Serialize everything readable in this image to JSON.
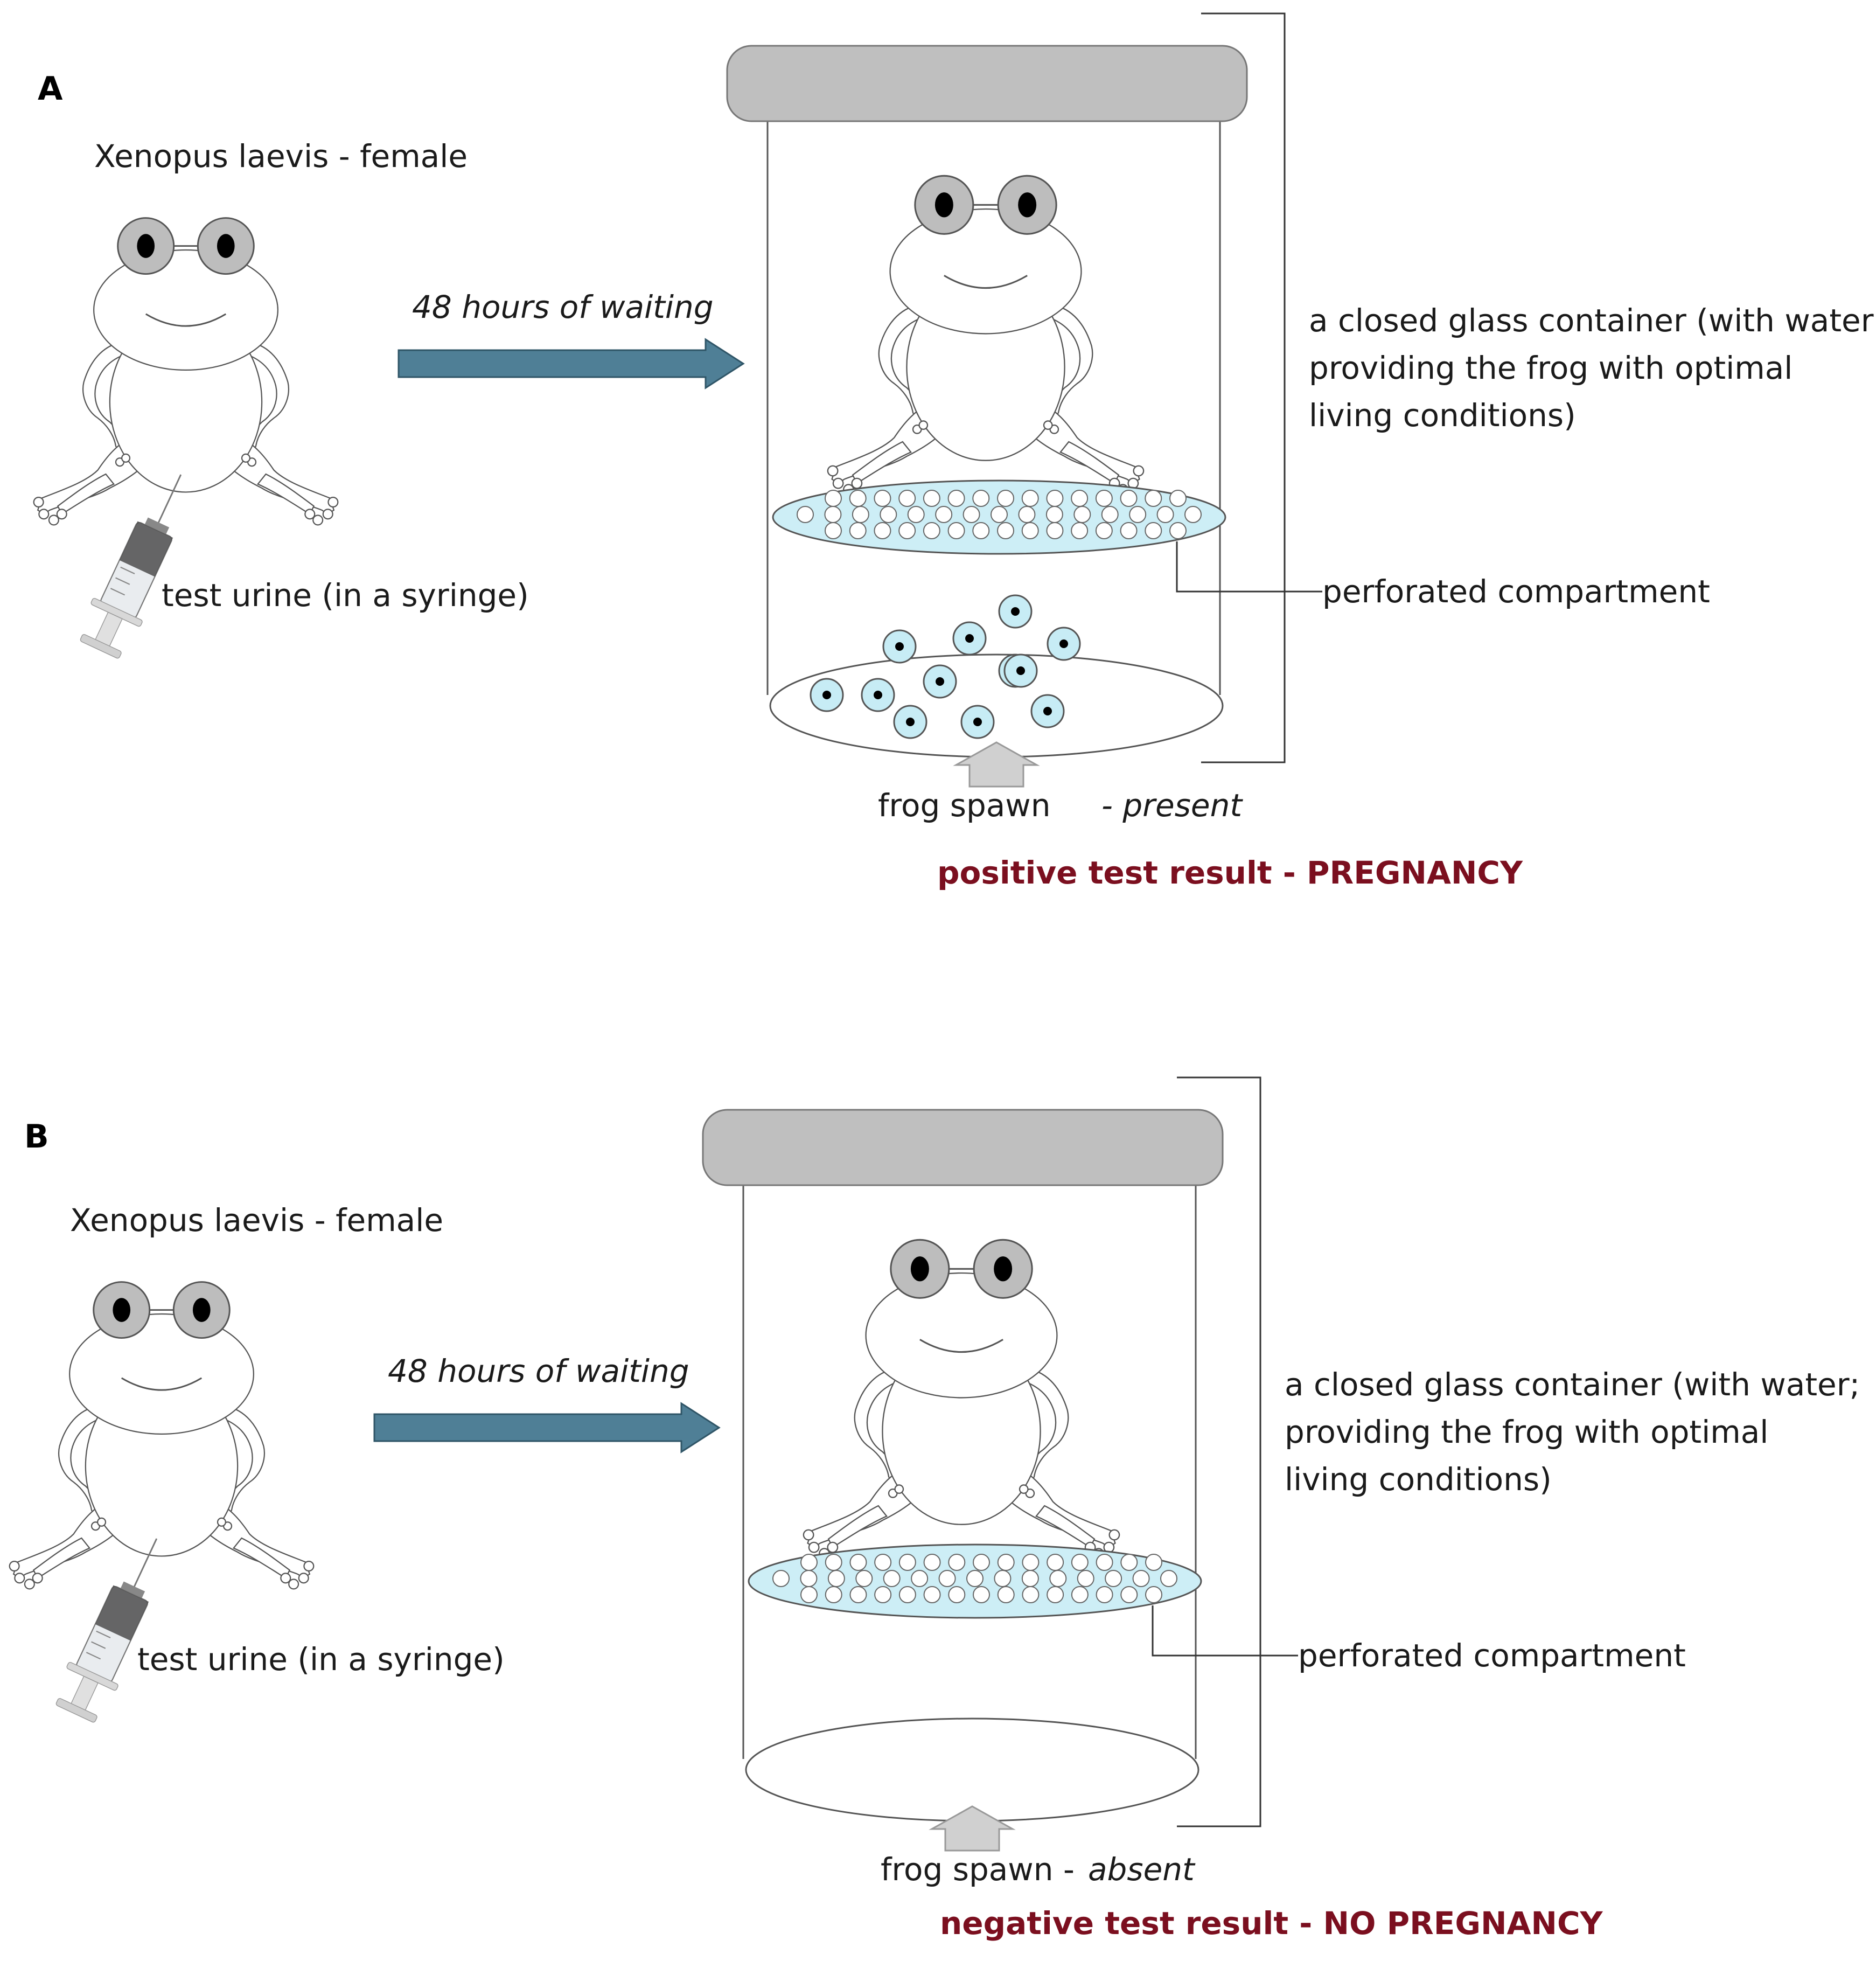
{
  "colors": {
    "arrow": "#4f7f96",
    "compartment_fill": "#cdeef6",
    "spawn_fill": "#c7ecf5",
    "lid": "#bfbfbf",
    "eye": "#bdbdbd",
    "result_text": "#7b0f1f",
    "small_arrow": "#d0d0d0"
  },
  "panels": [
    {
      "id": "A",
      "letter": "A",
      "frog_label": "Xenopus laevis - female",
      "syringe_label": "test urine (in a syringe)",
      "arrow_label": "48 hours of waiting",
      "container_label": [
        "a closed glass container (with water;",
        "providing the frog with optimal",
        "living conditions)"
      ],
      "compartment_label": "perforated compartment",
      "spawn_label": "frog spawn",
      "spawn_state": "- present",
      "spawn_present": true,
      "result": "positive test result - PREGNANCY"
    },
    {
      "id": "B",
      "letter": "B",
      "frog_label": "Xenopus laevis - female",
      "syringe_label": "test urine (in a syringe)",
      "arrow_label": "48 hours of waiting",
      "container_label": [
        "a closed glass container (with water;",
        "providing the frog with optimal",
        "living conditions)"
      ],
      "compartment_label": "perforated compartment",
      "spawn_label": "frog spawn -",
      "spawn_state": "absent",
      "spawn_present": false,
      "result": "negative test result - NO PREGNANCY"
    }
  ]
}
